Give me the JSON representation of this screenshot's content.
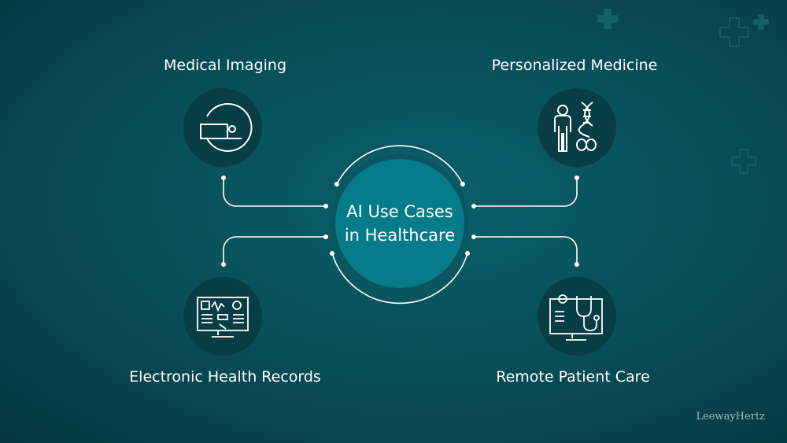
{
  "center": {
    "line1": "AI Use Cases",
    "line2": "in Healthcare"
  },
  "items": [
    {
      "label": "Medical Imaging",
      "icon": "mri-scanner-icon"
    },
    {
      "label": "Personalized Medicine",
      "icon": "person-dna-pills-icon"
    },
    {
      "label": "Electronic Health Records",
      "icon": "ehr-monitor-icon"
    },
    {
      "label": "Remote Patient Care",
      "icon": "telemedicine-stethoscope-icon"
    }
  ],
  "brand": "LeewayHertz",
  "colors": {
    "center": "#067c8b",
    "icon_bg": "#083d45",
    "background": "#08505a"
  }
}
